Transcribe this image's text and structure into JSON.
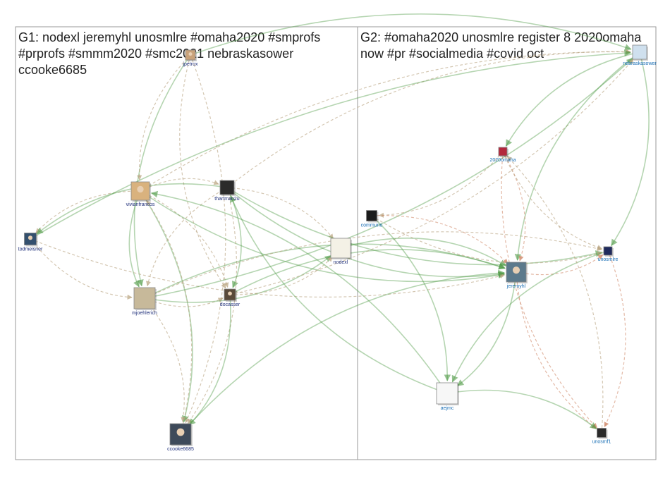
{
  "groups": [
    {
      "id": "G1",
      "title_lines": [
        "G1: nodexl jeremyhl unosmlre #omaha2020 #smprofs",
        "#prprofs #smmm2020 #smc2021 nebraskasower",
        "ccooke6685"
      ]
    },
    {
      "id": "G2",
      "title_lines": [
        "G2: #omaha2020 unosmlre register 8 2020omaha",
        "now #pr #socialmedia #covid oct"
      ]
    }
  ],
  "colors": {
    "edge_green": "#4f9a44",
    "edge_tan": "#b8a27e",
    "edge_red": "#d08a6a",
    "label_g1": "#1f2f7a",
    "label_g2": "#1a6fb5"
  },
  "nodes": [
    {
      "id": "jpetrox",
      "label": "jpetrox",
      "group": "G1",
      "icon": "person-photo-icon",
      "color": "#c9a27a"
    },
    {
      "id": "vivianfrancos",
      "label": "vivianfrancos",
      "group": "G1",
      "icon": "person-photo-icon",
      "color": "#d9b27e"
    },
    {
      "id": "thartman2u",
      "label": "thartman2u",
      "group": "G1",
      "icon": "th2u-logo-icon",
      "color": "#2b2b2b"
    },
    {
      "id": "todmeisner",
      "label": "todmeisner",
      "group": "G1",
      "icon": "person-photo-icon",
      "color": "#34506e"
    },
    {
      "id": "nodexl",
      "label": "nodexl",
      "group": "G1",
      "icon": "nodexl-logo-icon",
      "color": "#f4f1e6"
    },
    {
      "id": "mjoehlerich",
      "label": "mjoehlerich",
      "group": "G1",
      "icon": "tower-photo-icon",
      "color": "#c7b99a"
    },
    {
      "id": "docasser",
      "label": "docasser",
      "group": "G1",
      "icon": "person-photo-icon",
      "color": "#5a4a3a"
    },
    {
      "id": "ccooke6685",
      "label": "ccooke6685",
      "group": "G1",
      "icon": "person-photo-icon",
      "color": "#3e4a5a"
    },
    {
      "id": "nebraskasower",
      "label": "nebraskasower",
      "group": "G2",
      "icon": "sky-photo-icon",
      "color": "#cfe0ee"
    },
    {
      "id": "2020omaha",
      "label": "2020omaha",
      "group": "G2",
      "icon": "flag-logo-icon",
      "color": "#b3283c"
    },
    {
      "id": "communo",
      "label": "communo",
      "group": "G2",
      "icon": "communo-logo-icon",
      "color": "#1c1c1c"
    },
    {
      "id": "unosmlre",
      "label": "unosmlre",
      "group": "G2",
      "icon": "unosmlre-logo-icon",
      "color": "#1f2a5c"
    },
    {
      "id": "jeremyhl",
      "label": "jeremyhl",
      "group": "G2",
      "icon": "person-photo-icon",
      "color": "#5c7a8c"
    },
    {
      "id": "aejmc",
      "label": "aejmc",
      "group": "G2",
      "icon": "aejmc-logo-icon",
      "color": "#f7f7f7"
    },
    {
      "id": "unosmf1",
      "label": "unosmf1",
      "group": "G2",
      "icon": "unosmf1-logo-icon",
      "color": "#2a2a2a"
    }
  ],
  "edges": [
    {
      "from": "jpetrox",
      "to": "mjoehlerich",
      "style": "green"
    },
    {
      "from": "jpetrox",
      "to": "ccooke6685",
      "style": "tan"
    },
    {
      "from": "jpetrox",
      "to": "docasser",
      "style": "tan"
    },
    {
      "from": "jpetrox",
      "to": "nebraskasower",
      "style": "green"
    },
    {
      "from": "jpetrox",
      "to": "vivianfrancos",
      "style": "tan"
    },
    {
      "from": "vivianfrancos",
      "to": "thartman2u",
      "style": "tan"
    },
    {
      "from": "vivianfrancos",
      "to": "mjoehlerich",
      "style": "green"
    },
    {
      "from": "vivianfrancos",
      "to": "docasser",
      "style": "tan"
    },
    {
      "from": "vivianfrancos",
      "to": "jeremyhl",
      "style": "green"
    },
    {
      "from": "vivianfrancos",
      "to": "nebraskasower",
      "style": "tan"
    },
    {
      "from": "vivianfrancos",
      "to": "todmeisner",
      "style": "tan"
    },
    {
      "from": "vivianfrancos",
      "to": "ccooke6685",
      "style": "green"
    },
    {
      "from": "thartman2u",
      "to": "jeremyhl",
      "style": "green"
    },
    {
      "from": "thartman2u",
      "to": "docasser",
      "style": "green"
    },
    {
      "from": "thartman2u",
      "to": "mjoehlerich",
      "style": "tan"
    },
    {
      "from": "thartman2u",
      "to": "nodexl",
      "style": "tan"
    },
    {
      "from": "thartman2u",
      "to": "todmeisner",
      "style": "green"
    },
    {
      "from": "thartman2u",
      "to": "ccooke6685",
      "style": "tan"
    },
    {
      "from": "thartman2u",
      "to": "unosmlre",
      "style": "green"
    },
    {
      "from": "thartman2u",
      "to": "nebraskasower",
      "style": "tan"
    },
    {
      "from": "todmeisner",
      "to": "mjoehlerich",
      "style": "tan"
    },
    {
      "from": "todmeisner",
      "to": "nebraskasower",
      "style": "green"
    },
    {
      "from": "todmeisner",
      "to": "jeremyhl",
      "style": "tan"
    },
    {
      "from": "mjoehlerich",
      "to": "jeremyhl",
      "style": "green"
    },
    {
      "from": "mjoehlerich",
      "to": "docasser",
      "style": "tan"
    },
    {
      "from": "mjoehlerich",
      "to": "ccooke6685",
      "style": "tan"
    },
    {
      "from": "mjoehlerich",
      "to": "nodexl",
      "style": "green"
    },
    {
      "from": "mjoehlerich",
      "to": "unosmlre",
      "style": "tan"
    },
    {
      "from": "mjoehlerich",
      "to": "nebraskasower",
      "style": "green"
    },
    {
      "from": "docasser",
      "to": "jeremyhl",
      "style": "green"
    },
    {
      "from": "docasser",
      "to": "nodexl",
      "style": "tan"
    },
    {
      "from": "docasser",
      "to": "ccooke6685",
      "style": "green"
    },
    {
      "from": "docasser",
      "to": "nebraskasower",
      "style": "tan"
    },
    {
      "from": "ccooke6685",
      "to": "jeremyhl",
      "style": "green"
    },
    {
      "from": "ccooke6685",
      "to": "vivianfrancos",
      "style": "tan"
    },
    {
      "from": "nodexl",
      "to": "jeremyhl",
      "style": "green"
    },
    {
      "from": "nebraskasower",
      "to": "jeremyhl",
      "style": "green"
    },
    {
      "from": "nebraskasower",
      "to": "unosmlre",
      "style": "green"
    },
    {
      "from": "nebraskasower",
      "to": "2020omaha",
      "style": "green"
    },
    {
      "from": "2020omaha",
      "to": "jeremyhl",
      "style": "red"
    },
    {
      "from": "2020omaha",
      "to": "unosmlre",
      "style": "tan"
    },
    {
      "from": "2020omaha",
      "to": "communo",
      "style": "tan"
    },
    {
      "from": "2020omaha",
      "to": "unosmf1",
      "style": "red"
    },
    {
      "from": "communo",
      "to": "jeremyhl",
      "style": "red"
    },
    {
      "from": "communo",
      "to": "unosmlre",
      "style": "tan"
    },
    {
      "from": "communo",
      "to": "aejmc",
      "style": "green"
    },
    {
      "from": "jeremyhl",
      "to": "unosmlre",
      "style": "red"
    },
    {
      "from": "jeremyhl",
      "to": "aejmc",
      "style": "green"
    },
    {
      "from": "jeremyhl",
      "to": "unosmf1",
      "style": "red"
    },
    {
      "from": "unosmlre",
      "to": "unosmf1",
      "style": "red"
    },
    {
      "from": "unosmlre",
      "to": "aejmc",
      "style": "green"
    },
    {
      "from": "aejmc",
      "to": "unosmf1",
      "style": "green"
    },
    {
      "from": "aejmc",
      "to": "vivianfrancos",
      "style": "green"
    },
    {
      "from": "aejmc",
      "to": "thartman2u",
      "style": "green"
    },
    {
      "from": "unosmf1",
      "to": "2020omaha",
      "style": "tan"
    }
  ]
}
